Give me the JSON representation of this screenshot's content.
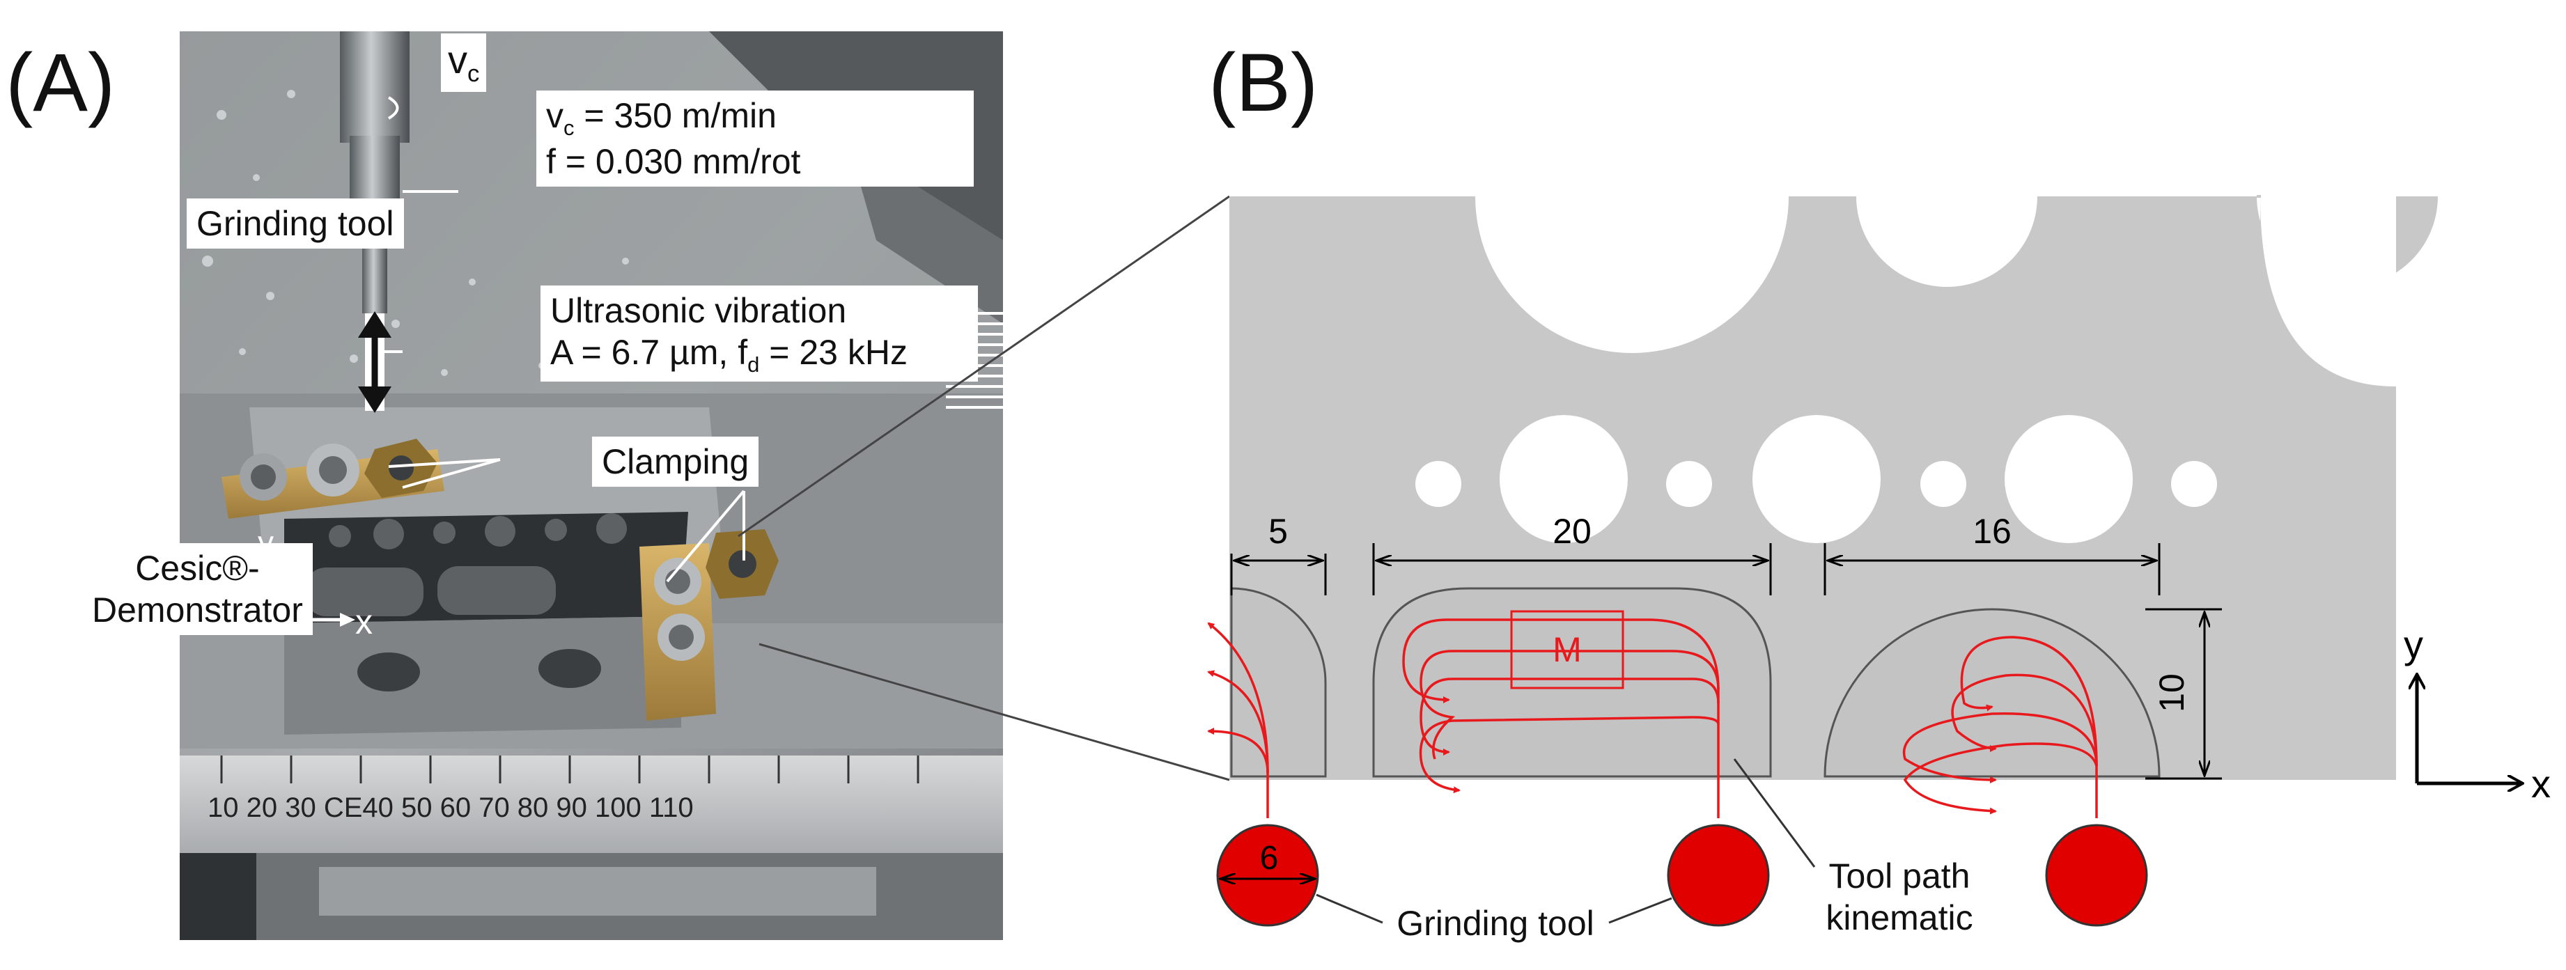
{
  "panel_a": {
    "label": "(A)",
    "vc_symbol": "v",
    "vc_sub": "c",
    "params": {
      "line1_prefix": "v",
      "line1_sub": "c",
      "line1_suffix": " = 350 m/min",
      "line2": "f = 0.030 mm/rot"
    },
    "grinding_tool_label": "Grinding tool",
    "ultrasonic": {
      "title": "Ultrasonic vibration",
      "line2_prefix": "A = 6.7 µm, f",
      "line2_sub": "d",
      "line2_suffix": " = 23 kHz"
    },
    "clamping_label": "Clamping",
    "demonstrator_label_1": "Cesic®-",
    "demonstrator_label_2": "Demonstrator",
    "axis_x": "x",
    "axis_y": "y",
    "ruler_text": "10  20  30 CE40  50  60  70  80  90  100  110"
  },
  "panel_b": {
    "label": "(B)",
    "dim_left": "5",
    "dim_middle": "20",
    "dim_right": "16",
    "dim_height": "10",
    "tool_diameter": "6",
    "marker": "M",
    "grinding_tool_label": "Grinding tool",
    "tool_path_line1": "Tool path",
    "tool_path_line2": "kinematic",
    "axis_x": "x",
    "axis_y": "y"
  },
  "colors": {
    "workpiece": "#c8c8c8",
    "tool": "#e00000",
    "path": "#e8191c",
    "dimension": "#000000"
  }
}
